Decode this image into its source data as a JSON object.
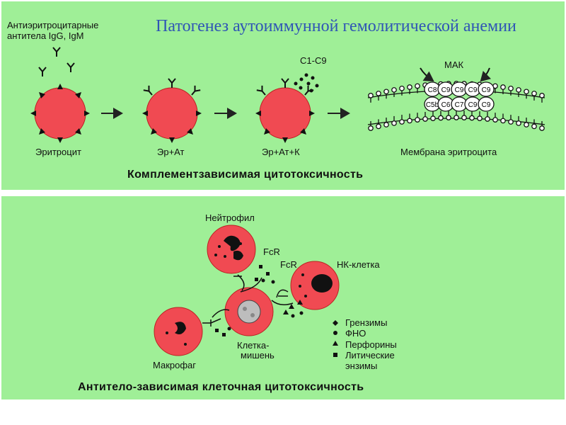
{
  "title": "Патогенез аутоиммунной гемолитической анемии",
  "top": {
    "antibody_label_line1": "Антиэритроцитарные",
    "antibody_label_line2": "антитела IgG, IgM",
    "complement_label": "C1-C9",
    "mac_label": "МАК",
    "mac_cells_row1": [
      "C8",
      "C9",
      "C9",
      "C9",
      "C9"
    ],
    "mac_cells_row2": [
      "C5b",
      "C6",
      "C7",
      "C9",
      "C9"
    ],
    "stage_labels": [
      "Эритроцит",
      "Эр+Ат",
      "Эр+Ат+К",
      "Мембрана эритроцита"
    ],
    "caption": "Комплементзависимая  цитотоксичность"
  },
  "bottom": {
    "neutrophil_label": "Нейтрофил",
    "fcr_label_1": "FcR",
    "fcr_label_2": "FcR",
    "nk_label": "НК-клетка",
    "macrophage_label": "Макрофаг",
    "target_label_line1": "Клетка-",
    "target_label_line2": "мишень",
    "legend": [
      "Грензимы",
      "ФНО",
      "Перфорины",
      "Литические",
      "энзимы"
    ],
    "caption": "Антитело-зависимая клеточная цитотоксичность"
  },
  "colors": {
    "panel": "#9fef97",
    "cell": "#f04a52",
    "title": "#2f55b5"
  }
}
